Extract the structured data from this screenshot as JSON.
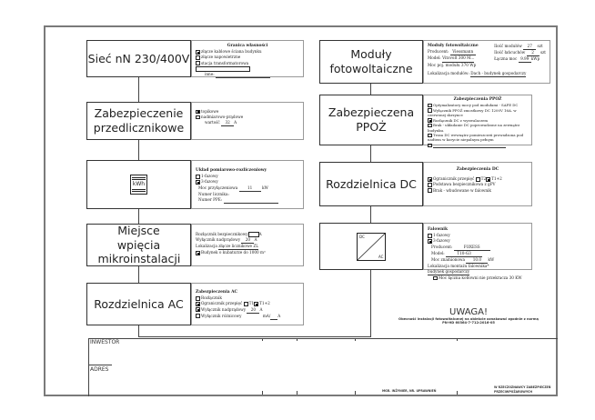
{
  "left_column": {
    "network": {
      "title": "Sieć nN 230/400V",
      "detail": {
        "header": "Granica własności",
        "options": [
          {
            "label": "złącze kablowe",
            "checked": true,
            "suffix": "ściana budynku"
          },
          {
            "label": "złącze napowietrzne",
            "checked": false
          },
          {
            "label": "stacja transformatorowa",
            "checked": false
          }
        ],
        "other_label": "inne:"
      }
    },
    "protection": {
      "title": "Zabezpieczenie przedlicznikowe",
      "detail": {
        "options": [
          {
            "label": "topikowe",
            "checked": true
          },
          {
            "label": "nadmiarowo-prądowe",
            "checked": false
          }
        ],
        "value_label": "wartość",
        "value": "32",
        "unit": "A"
      }
    },
    "meter": {
      "icon_label": "kWh",
      "detail": {
        "header": "Układ pomiarowo-rozliczeniowy",
        "options": [
          {
            "label": "1-fazowy",
            "checked": false
          },
          {
            "label": "3-fazowy",
            "checked": true
          }
        ],
        "power_label": "Moc przyłączeniowa",
        "power_value": "11",
        "power_unit": "kW",
        "meter_no_label": "Numer licznika:",
        "ppe_label": "Numer PPE:"
      }
    },
    "connection": {
      "title": "Miejsce wpięcia mikroinstalacji",
      "detail": {
        "switch_label": "Rozłącznik bezpiecznikowy",
        "switch_unit": "A",
        "breaker_label": "Wyłącznik nadprądowy",
        "breaker_value": "20",
        "breaker_unit": "A",
        "location_label": "Lokalizacja",
        "location_value": "złącze licznikowe ZL",
        "building_option": {
          "label": "Budynek o kubaturze do 1000 m³",
          "checked": true
        }
      }
    },
    "ac_switchboard": {
      "title": "Rozdzielnica AC",
      "detail": {
        "header": "Zabezpieczenia AC",
        "options": [
          {
            "label": "Rozłącznik",
            "checked": false
          },
          {
            "label": "Ogranicznik przepięć",
            "checked": true,
            "suffix_a": "T1",
            "suffix_b": "T1+2"
          },
          {
            "label": "Wyłącznik nadprądowy",
            "checked": true,
            "value": "20",
            "unit": "A"
          },
          {
            "label": "Wyłącznik różnicowy",
            "checked": false,
            "suffix": "mA/",
            "unit": "A"
          }
        ]
      }
    }
  },
  "right_column": {
    "pv_modules": {
      "title_line1": "Moduły",
      "title_line2": "fotowoltaiczne",
      "detail": {
        "header": "Moduły fotowoltaiczne",
        "producer_label": "Producent:",
        "producer_value": "Viessmann",
        "model_label": "Model:",
        "model_value": "Vitovolt 300 M...",
        "power_label": "Moc poj. modułu",
        "power_value": "370",
        "power_unit": "Wp",
        "count_label": "Ilość modułów",
        "count_value": "27",
        "count_unit": "szt",
        "strings_label": "Ilość łańcuchów",
        "strings_value": "2",
        "strings_unit": "szt",
        "total_label": "Łączna moc",
        "total_value": "9.99",
        "total_unit": "kWp",
        "location_label": "Lokalizacja modułów:",
        "location_value": "Dach - budynek gospodarczy"
      }
    },
    "fire_protection": {
      "title_line1": "Zabezpieczena",
      "title_line2": "PPOŻ",
      "detail": {
        "header": "Zabezpieczenia PPOŻ",
        "options": [
          {
            "label": "Optymalizatory mocy pod modułami - SAFE DC",
            "checked": false
          },
          {
            "label": "Wyłącznik PPOŻ zmostkowy DC 1200V 16A. w czerwonej skrzynce",
            "checked": false
          },
          {
            "label": "Rozłącznik DC z wyzwalaczem",
            "checked": true
          },
          {
            "label": "Brak - układanie DC poprowadzone na zewnątrz budynku.",
            "checked": false
          },
          {
            "label": "Trasa DC wewnątrz pomieszczeń prowadzona pod nadtem w korycie niepalnym pełnym",
            "checked": false
          },
          {
            "label": "",
            "checked": false
          }
        ]
      }
    },
    "dc_switchboard": {
      "title": "Rozdzielnica DC",
      "detail": {
        "header": "Zabezpieczenia DC",
        "options": [
          {
            "label": "Ogranicznik przepięć",
            "checked": true,
            "suffix_a": "T2",
            "suffix_b": "T1+2"
          },
          {
            "label": "Podstawa bezpiecznikowa z gPV",
            "checked": false
          },
          {
            "label": "Brak - wbudowane w falownik",
            "checked": false
          }
        ]
      }
    },
    "inverter": {
      "detail": {
        "header": "Falownik",
        "options": [
          {
            "label": "1-fazowy",
            "checked": false
          },
          {
            "label": "3-fazowy",
            "checked": true
          }
        ],
        "producer_label": "Producent:",
        "producer_value": "FOXESS",
        "model_label": "Model:",
        "model_value": "T10-G3",
        "power_label": "Moc znamionowa",
        "power_value": "10.0",
        "power_unit": "kW",
        "location_label": "Lokalizacja montażu falownika*",
        "location_value": "budynek gospodarczy",
        "note": {
          "label": "Moc łączna kotłowni nie przekracza 30 KW",
          "checked": false
        }
      }
    }
  },
  "warning": {
    "title": "UWAGA!",
    "line1": "Obecność instalacji fotowoltaicznej na obiekcie oznakować zgodnie z normą",
    "line2": "PN-HD 60364-7-712:2016-05"
  },
  "title_block": {
    "investor_label": "INWESTOR",
    "address_label": "ADRES",
    "signature_label": "MGR. INŻYNIER, NR. UPRAWNIEŃ",
    "fire_label_line1": "W RZECZOZNAWCY ZABEZPIECZEŃ",
    "fire_label_line2": "PRZECIWPOŻAROWYCH"
  }
}
